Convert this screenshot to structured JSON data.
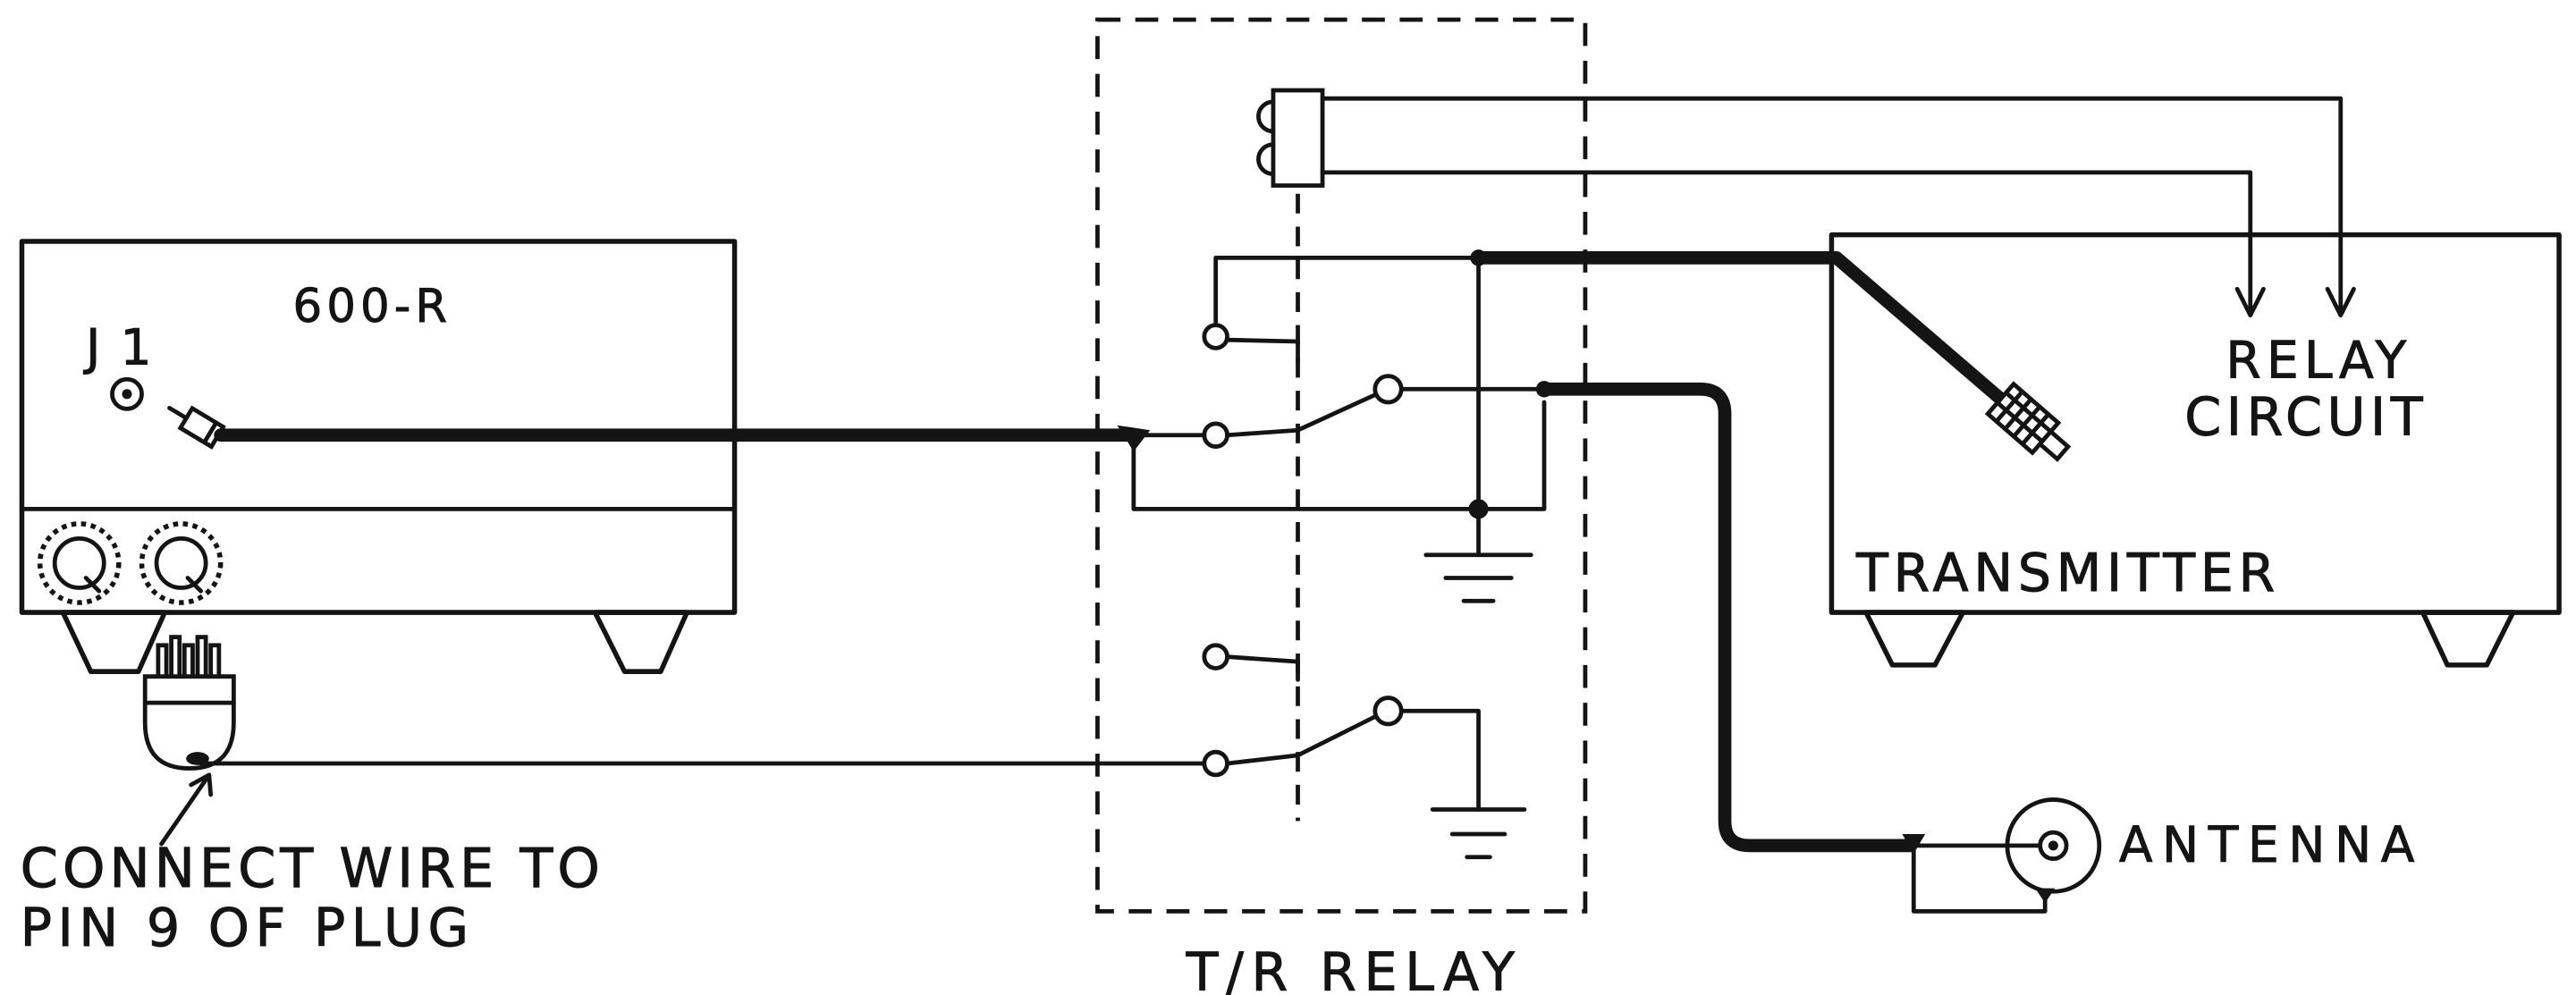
{
  "colors": {
    "ink": "#141414",
    "paper": "#ffffff"
  },
  "receiver": {
    "label": "600-R",
    "jack_label": "J1"
  },
  "note": {
    "line1": "CONNECT WIRE TO",
    "line2": "PIN 9 OF PLUG"
  },
  "relay": {
    "label": "T/R RELAY"
  },
  "transmitter": {
    "label": "TRANSMITTER",
    "relay_circuit": {
      "line1": "RELAY",
      "line2": "CIRCUIT"
    }
  },
  "antenna": {
    "label": "ANTENNA"
  }
}
